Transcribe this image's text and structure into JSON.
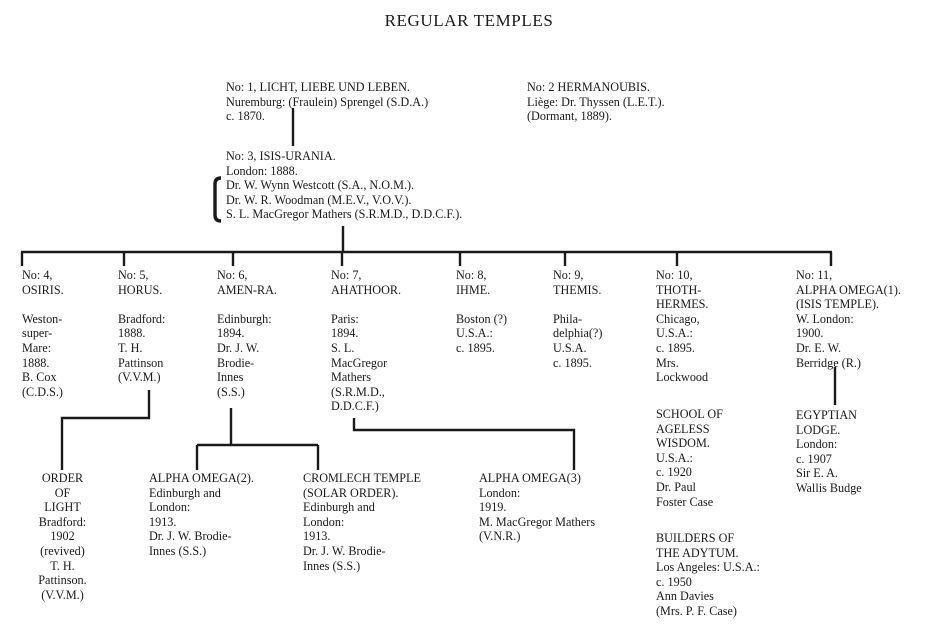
{
  "title": "REGULAR TEMPLES",
  "nodes": {
    "n1": [
      "No: 1, LICHT, LIEBE UND LEBEN.",
      "Nuremburg: (Fraulein) Sprengel (S.D.A.)",
      "c. 1870."
    ],
    "n2": [
      "No: 2 HERMANOUBIS.",
      "Liège: Dr. Thyssen (L.E.T.).",
      "(Dormant, 1889)."
    ],
    "n3": [
      "No: 3, ISIS-URANIA.",
      "London: 1888.",
      "Dr. W. Wynn Westcott (S.A., N.O.M.).",
      "Dr. W. R. Woodman (M.E.V., V.O.V.).",
      "S. L. MacGregor Mathers (S.R.M.D., D.D.C.F.)."
    ],
    "n4": [
      "No: 4,",
      "OSIRIS.",
      "",
      "Weston-",
      "super-",
      "Mare:",
      "1888.",
      "B. Cox",
      "(C.D.S.)"
    ],
    "n5": [
      "No: 5,",
      "HORUS.",
      "",
      "Bradford:",
      "1888.",
      "T. H.",
      "Pattinson",
      "(V.V.M.)"
    ],
    "n6": [
      "No: 6,",
      "AMEN-RA.",
      "",
      "Edinburgh:",
      "1894.",
      "Dr. J. W.",
      "Brodie-",
      "Innes",
      "(S.S.)"
    ],
    "n7": [
      "No: 7,",
      "AHATHOOR.",
      "",
      "Paris:",
      "1894.",
      "S. L.",
      "MacGregor",
      "Mathers",
      "(S.R.M.D.,",
      "D.D.C.F.)"
    ],
    "n8": [
      "No: 8,",
      "IHME.",
      "",
      "Boston (?)",
      "U.S.A.:",
      "c. 1895."
    ],
    "n9": [
      "No: 9,",
      "THEMIS.",
      "",
      "Phila-",
      "delphia(?)",
      "U.S.A.",
      "c. 1895."
    ],
    "n10": [
      "No: 10,",
      "THOTH-",
      "HERMES.",
      "Chicago,",
      "U.S.A.:",
      "c. 1895.",
      "Mrs.",
      "Lockwood"
    ],
    "n11": [
      "No: 11,",
      "ALPHA OMEGA(1).",
      "(ISIS TEMPLE).",
      "W. London:",
      "1900.",
      "Dr. E. W.",
      "Berridge (R.)"
    ],
    "order_light": [
      "ORDER",
      "OF",
      "LIGHT",
      "Bradford:",
      "1902",
      "(revived)",
      "T. H.",
      "Pattinson.",
      "(V.V.M.)"
    ],
    "alpha2": [
      "ALPHA OMEGA(2).",
      "Edinburgh and",
      "London:",
      "1913.",
      "Dr. J. W. Brodie-",
      "Innes (S.S.)"
    ],
    "cromlech": [
      "CROMLECH TEMPLE",
      "(SOLAR ORDER).",
      "Edinburgh and",
      "London:",
      "1913.",
      "Dr. J. W. Brodie-",
      "Innes (S.S.)"
    ],
    "alpha3": [
      "ALPHA OMEGA(3)",
      "London:",
      "1919.",
      "M. MacGregor Mathers",
      "(V.N.R.)"
    ],
    "ageless": [
      "SCHOOL OF",
      "AGELESS",
      "WISDOM.",
      "U.S.A.:",
      "c. 1920",
      "Dr. Paul",
      "Foster Case"
    ],
    "adytum": [
      "BUILDERS OF",
      "THE ADYTUM.",
      "Los Angeles: U.S.A.:",
      "c. 1950",
      "Ann Davies",
      "(Mrs. P. F. Case)"
    ],
    "egyptian": [
      "EGYPTIAN",
      "LODGE.",
      "London:",
      "c. 1907",
      "Sir E. A.",
      "Wallis Budge"
    ]
  }
}
